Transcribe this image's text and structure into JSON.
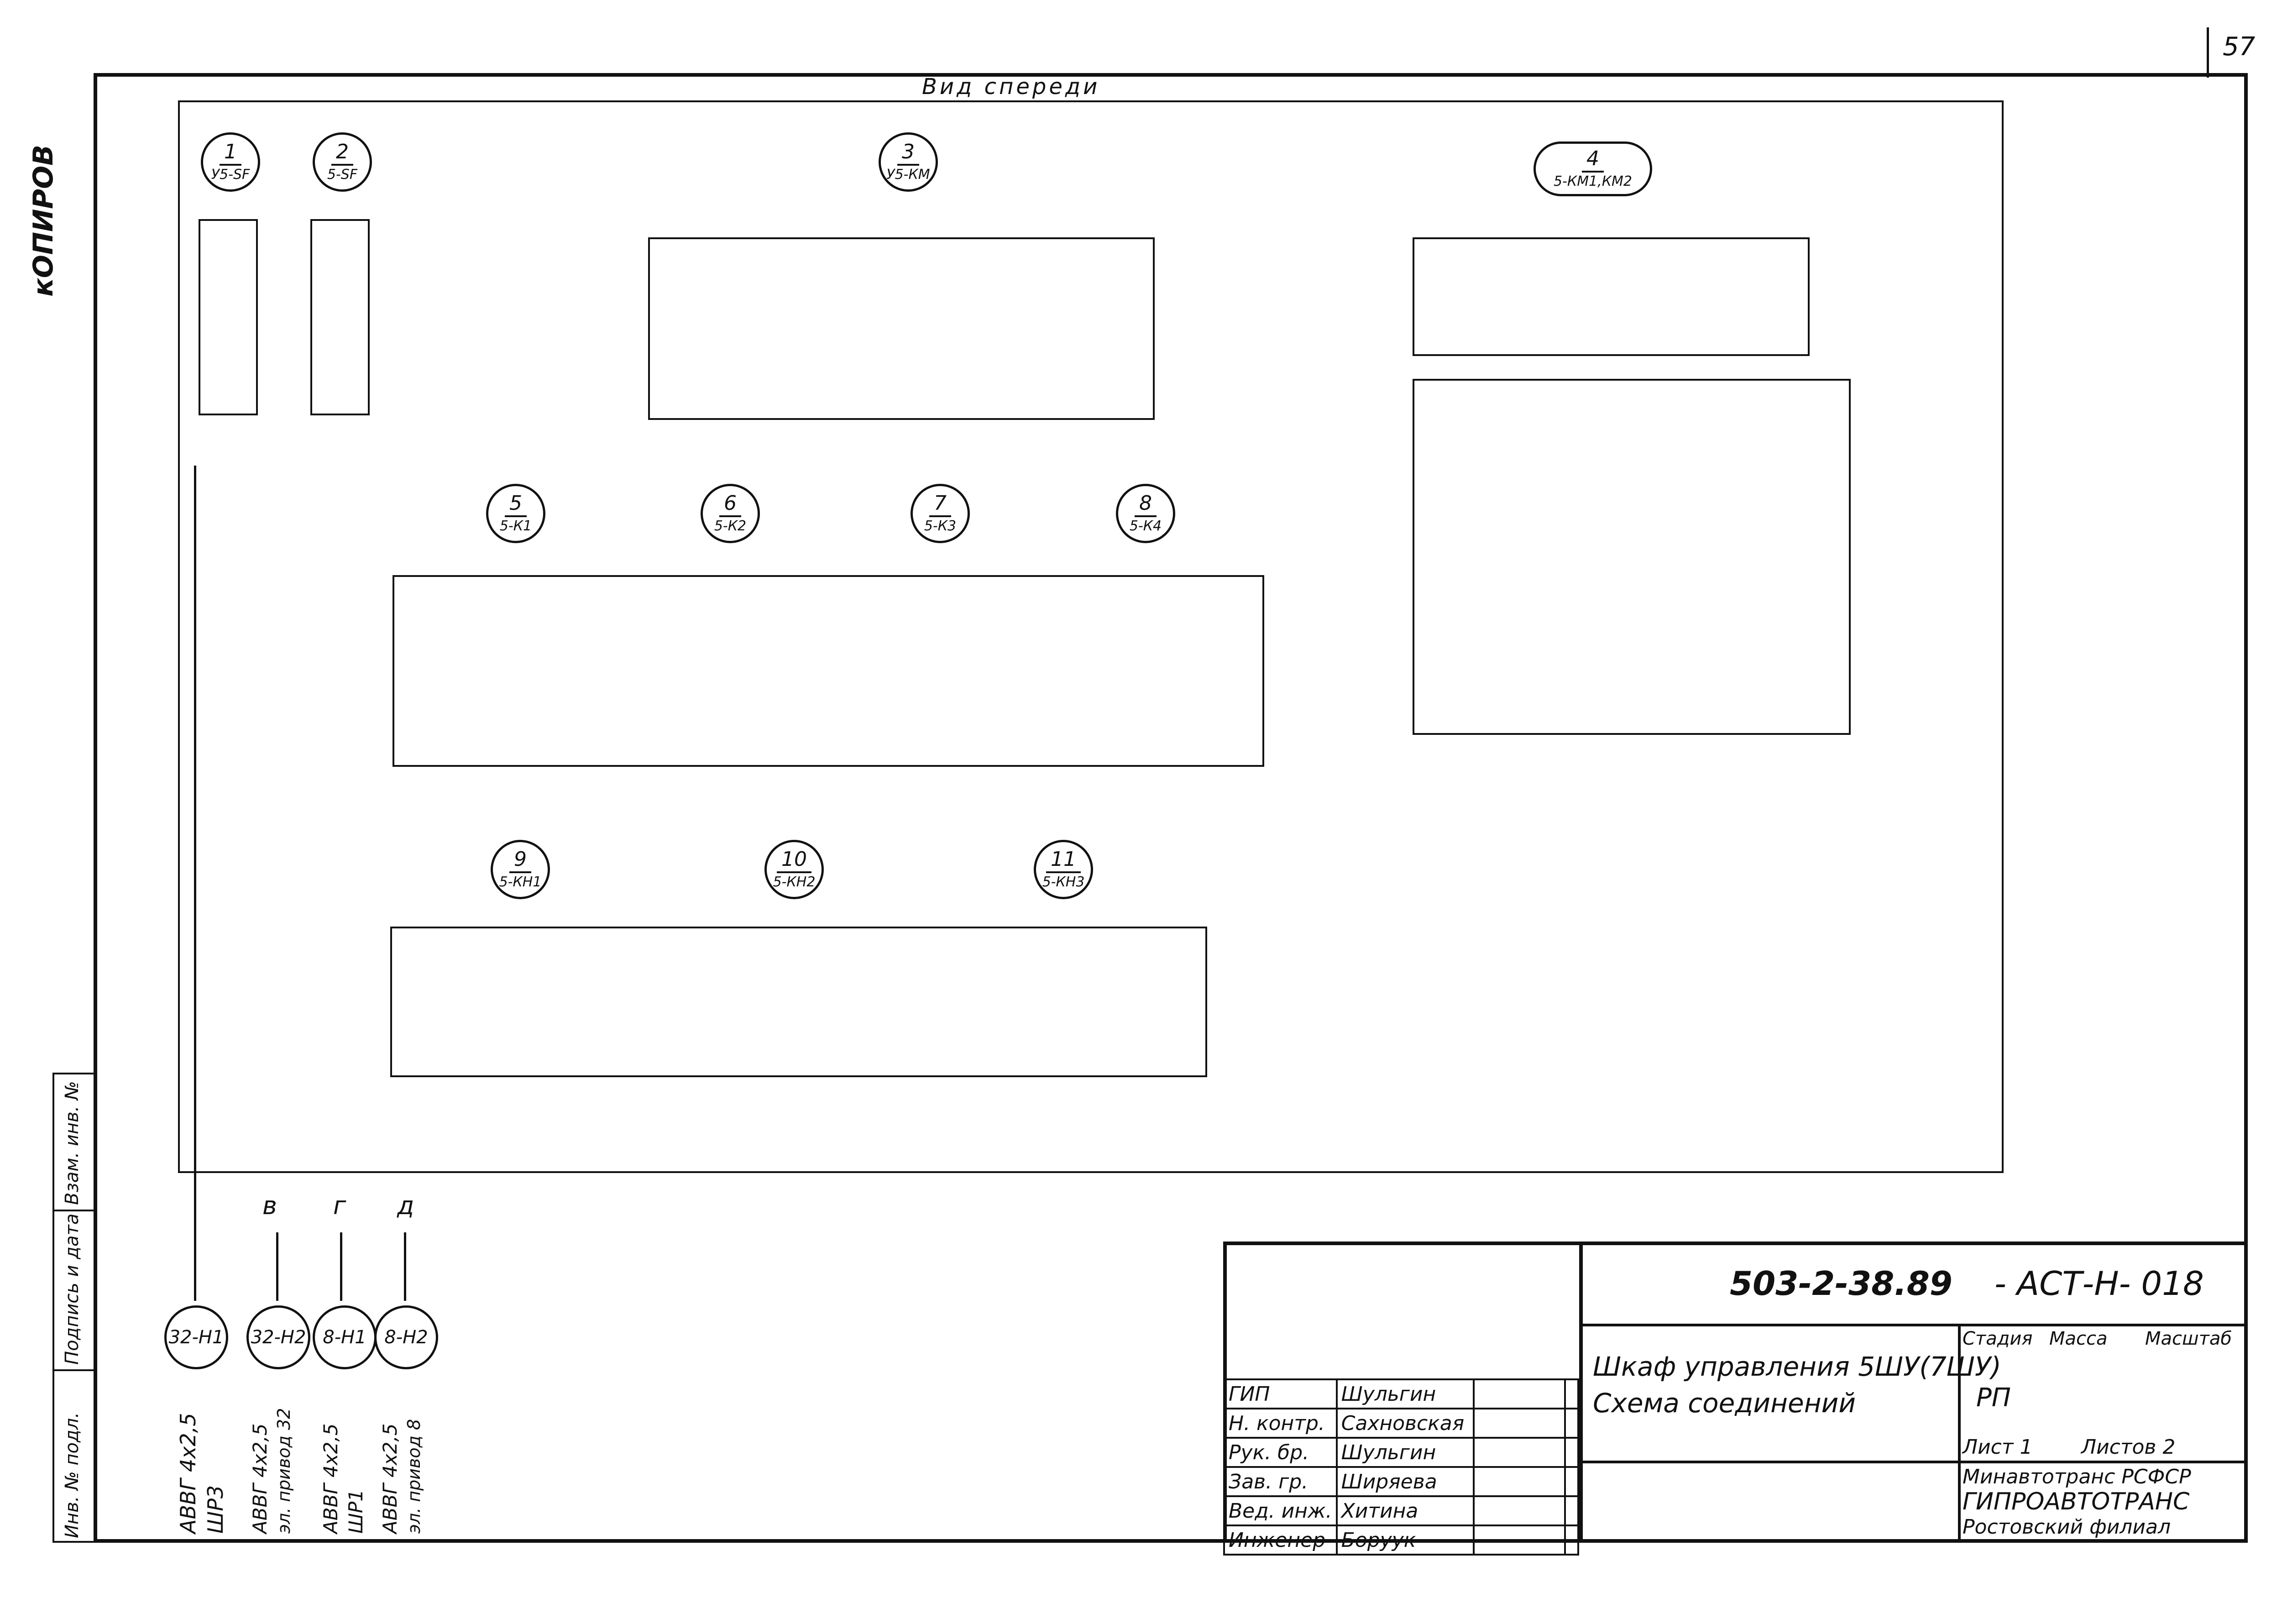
{
  "page_number": "57",
  "view_title": "Вид спереди",
  "left_edge_text": "кОПИРОВ",
  "stamp_column": [
    "Инв. № подл.",
    "Подпись и дата",
    "Взам. инв. №"
  ],
  "devices": [
    {
      "num": "1",
      "code": "У5-SF"
    },
    {
      "num": "2",
      "code": "5-SF"
    },
    {
      "num": "3",
      "code": "У5-КМ"
    },
    {
      "num": "4",
      "code": "5-КМ1,КМ2"
    },
    {
      "num": "5",
      "code": "5-К1"
    },
    {
      "num": "6",
      "code": "5-К2"
    },
    {
      "num": "7",
      "code": "5-К3"
    },
    {
      "num": "8",
      "code": "5-К4"
    },
    {
      "num": "9",
      "code": "5-КН1"
    },
    {
      "num": "10",
      "code": "5-КН2"
    },
    {
      "num": "11",
      "code": "5-КН3"
    }
  ],
  "cables": [
    {
      "id": "32-Н1",
      "letter": "",
      "type": "АВВГ 4х2,5",
      "dest": "ШР3"
    },
    {
      "id": "32-Н2",
      "letter": "в",
      "type": "АВВГ 4х2,5",
      "dest": "эл. привод 32"
    },
    {
      "id": "8-Н1",
      "letter": "г",
      "type": "АВВГ 4х2,5",
      "dest": "ШР1"
    },
    {
      "id": "8-Н2",
      "letter": "д",
      "type": "АВВГ 4х2,5",
      "dest": "эл. привод 8"
    }
  ],
  "title_block": {
    "doc_code": "503-2-38.89",
    "doc_suffix": "- АСТ-Н- 018",
    "title_line1": "Шкаф управления 5ШУ(7ШУ)",
    "title_line2": "Схема соединений",
    "col_stage": "Стадия",
    "col_mass": "Масса",
    "col_scale": "Масштаб",
    "stage_value": "РП",
    "sheet": "Лист 1",
    "sheets": "Листов 2",
    "org1": "Минавтотранс РСФСР",
    "org2": "ГИПРОАВТОТРАНС",
    "org3": "Ростовский филиал",
    "roles": [
      {
        "role": "ГИП",
        "name": "Шульгин"
      },
      {
        "role": "Н. контр.",
        "name": "Сахновская"
      },
      {
        "role": "Рук. бр.",
        "name": "Шульгин"
      },
      {
        "role": "Зав. гр.",
        "name": "Ширяева"
      },
      {
        "role": "Вед. инж.",
        "name": "Хитина"
      },
      {
        "role": "Инженер",
        "name": "Боруук"
      }
    ]
  }
}
